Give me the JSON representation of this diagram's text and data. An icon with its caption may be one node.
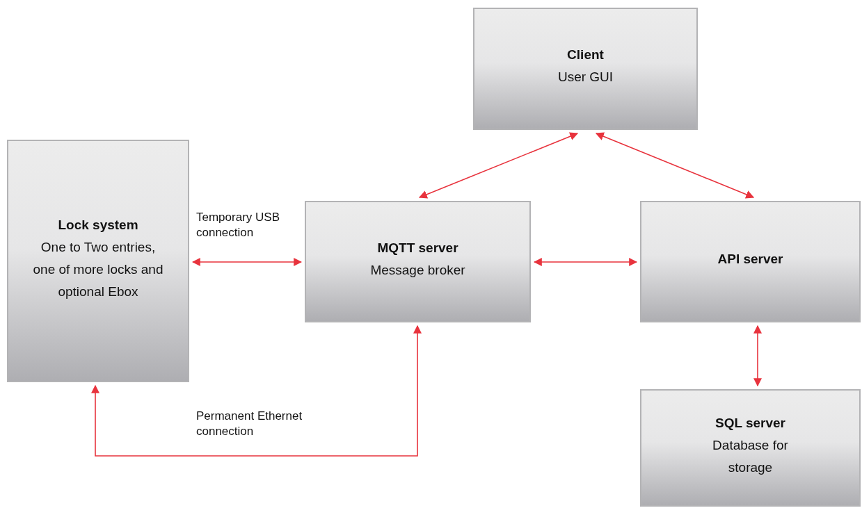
{
  "diagram": {
    "nodes": [
      {
        "text": [
          "Client",
          "User GUI"
        ]
      },
      {
        "text": [
          "Lock system",
          "One to Two entries, one of more locks and optional Ebox"
        ]
      },
      {
        "text": [
          "MQTT server",
          "Message broker"
        ]
      },
      {
        "text": [
          "API server"
        ]
      },
      {
        "text": [
          "SQL server",
          "Database for storage"
        ]
      }
    ],
    "edges": [
      {
        "from": 1,
        "to": 2,
        "arrow": "both",
        "label": "Temporary USB connection"
      },
      {
        "from": 2,
        "to": 3,
        "arrow": "both"
      },
      {
        "from": 2,
        "to": 0,
        "arrow": "both"
      },
      {
        "from": 0,
        "to": 3,
        "arrow": "both"
      },
      {
        "from": 3,
        "to": 4,
        "arrow": "both"
      },
      {
        "from": 2,
        "to": 1,
        "arrow": "both",
        "label": "Permanent Ethernet connection"
      }
    ]
  }
}
